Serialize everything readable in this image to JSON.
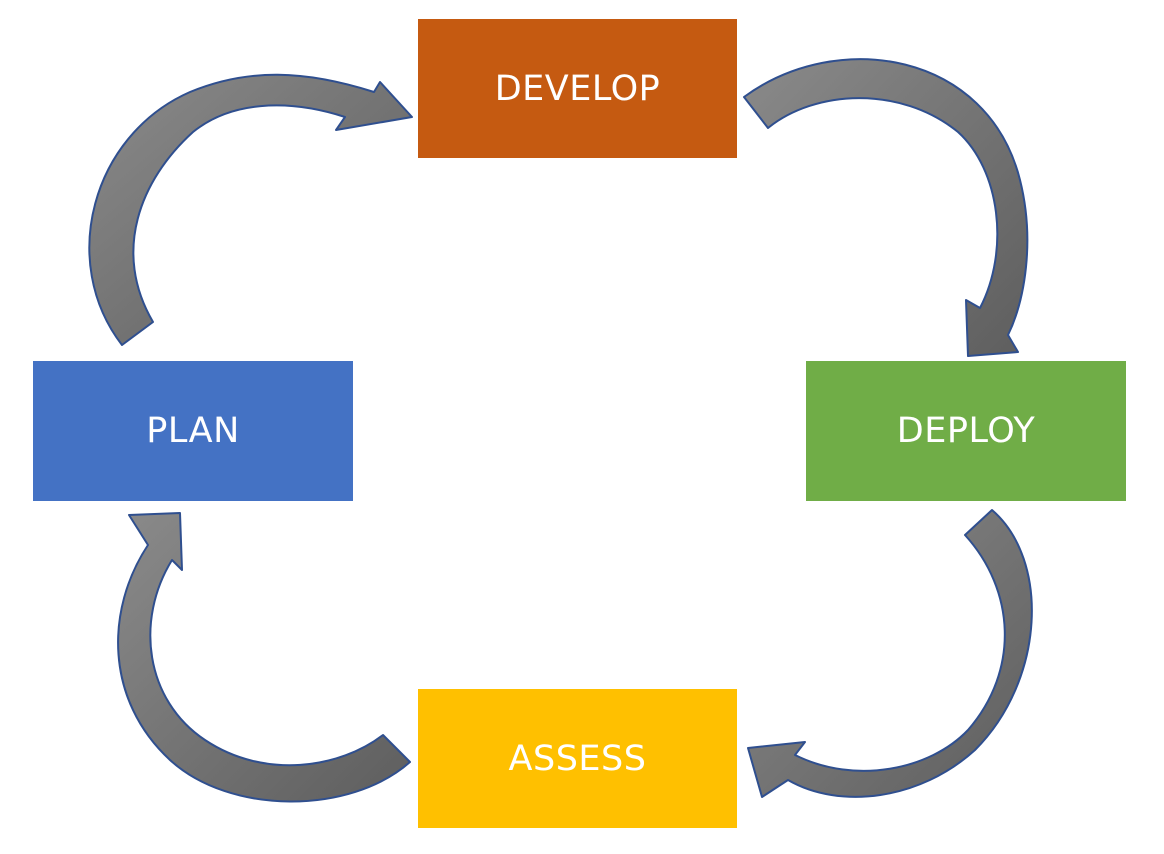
{
  "stages": {
    "develop": {
      "label": "DEVELOP",
      "color": "#C55A11"
    },
    "deploy": {
      "label": "DEPLOY",
      "color": "#70AD47"
    },
    "assess": {
      "label": "ASSESS",
      "color": "#FFC000"
    },
    "plan": {
      "label": "PLAN",
      "color": "#4472C4"
    }
  },
  "arrow": {
    "fill_light": "#8A8A8A",
    "fill_dark": "#5E5E5E",
    "stroke": "#2F4F8F"
  }
}
